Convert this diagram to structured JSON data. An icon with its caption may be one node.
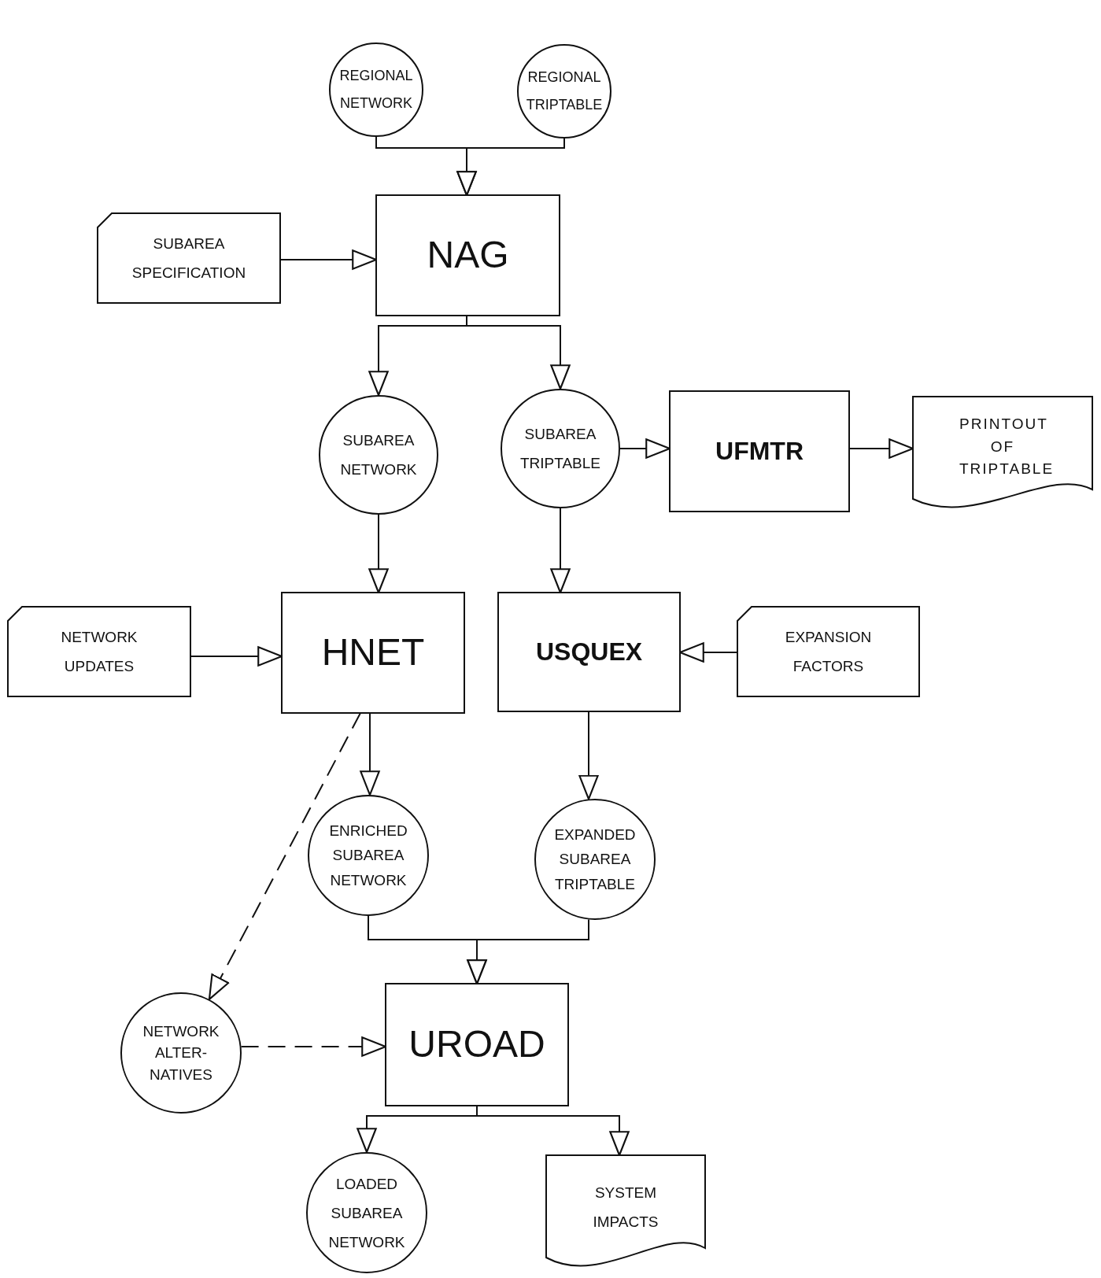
{
  "diagram": {
    "nodes": [
      {
        "text": [
          "REGIONAL NETWORK"
        ]
      },
      {
        "text": [
          "REGIONAL TRIPTABLE"
        ]
      },
      {
        "text": [
          "SUBAREA SPECIFICATION"
        ]
      },
      {
        "text": [
          "NAG"
        ]
      },
      {
        "text": [
          "SUBAREA NETWORK"
        ]
      },
      {
        "text": [
          "SUBAREA TRIPTABLE"
        ]
      },
      {
        "text": [
          "UFMTR"
        ]
      },
      {
        "text": [
          "PRINTOUT OF TRIPTABLE"
        ]
      },
      {
        "text": [
          "NETWORK UPDATES"
        ]
      },
      {
        "text": [
          "HNET"
        ]
      },
      {
        "text": [
          "USQUEX"
        ]
      },
      {
        "text": [
          "EXPANSION FACTORS"
        ]
      },
      {
        "text": [
          "ENRICHED SUBAREA NETWORK"
        ]
      },
      {
        "text": [
          "EXPANDED SUBAREA TRIPTABLE"
        ]
      },
      {
        "text": [
          "NETWORK ALTER- NATIVES"
        ]
      },
      {
        "text": [
          "UROAD"
        ]
      },
      {
        "text": [
          "LOADED SUBAREA NETWORK"
        ]
      },
      {
        "text": [
          "SYSTEM IMPACTS"
        ]
      }
    ],
    "edges": [
      {
        "from": 0,
        "to": 3,
        "arrow": "to"
      },
      {
        "from": 1,
        "to": 3,
        "arrow": "to"
      },
      {
        "from": 2,
        "to": 3,
        "arrow": "to"
      },
      {
        "from": 3,
        "to": 4,
        "arrow": "to"
      },
      {
        "from": 3,
        "to": 5,
        "arrow": "to"
      },
      {
        "from": 5,
        "to": 6,
        "arrow": "to"
      },
      {
        "from": 6,
        "to": 7,
        "arrow": "to"
      },
      {
        "from": 4,
        "to": 9,
        "arrow": "to"
      },
      {
        "from": 5,
        "to": 10,
        "arrow": "to"
      },
      {
        "from": 8,
        "to": 9,
        "arrow": "to"
      },
      {
        "from": 11,
        "to": 10,
        "arrow": "to"
      },
      {
        "from": 9,
        "to": 12,
        "arrow": "to"
      },
      {
        "from": 9,
        "to": 14,
        "arrow": "to",
        "style": "dashed"
      },
      {
        "from": 10,
        "to": 13,
        "arrow": "to"
      },
      {
        "from": 12,
        "to": 15,
        "arrow": "to"
      },
      {
        "from": 13,
        "to": 15,
        "arrow": "to"
      },
      {
        "from": 14,
        "to": 15,
        "arrow": "to",
        "style": "dashed"
      },
      {
        "from": 15,
        "to": 16,
        "arrow": "to"
      },
      {
        "from": 15,
        "to": 17,
        "arrow": "to"
      }
    ]
  }
}
